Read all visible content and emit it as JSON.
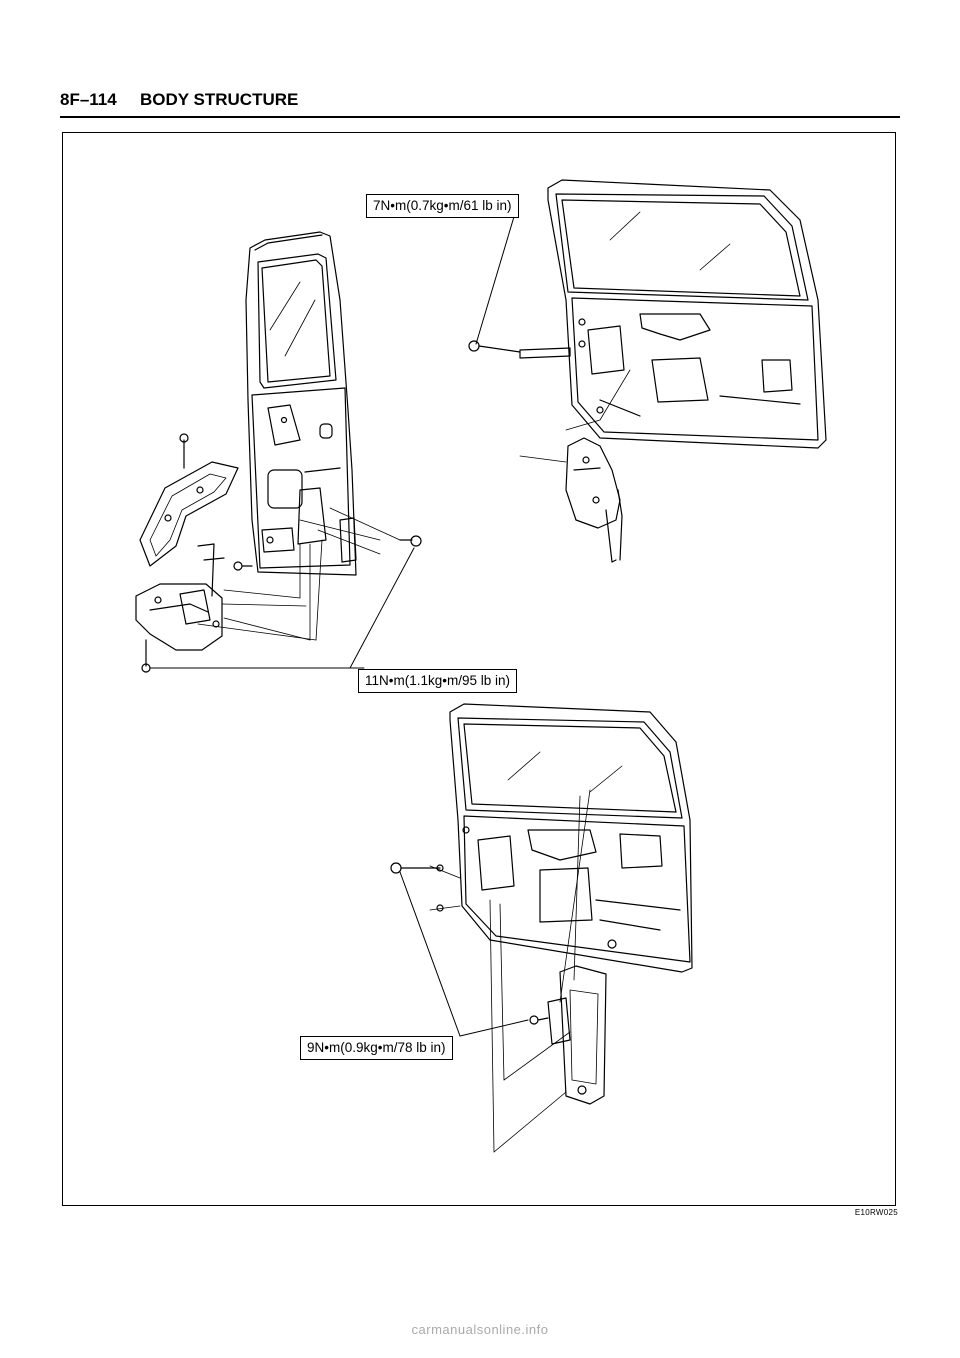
{
  "header": {
    "page_number": "8F–114",
    "section_title": "BODY STRUCTURE"
  },
  "callouts": {
    "torque_7": "7N•m(0.7kg•m/61 lb in)",
    "torque_11": "11N•m(1.1kg•m/95 lb in)",
    "torque_9": "9N•m(0.9kg•m/78 lb in)"
  },
  "figure_code": "E10RW025",
  "footer_watermark": "carmanualsonline.info"
}
